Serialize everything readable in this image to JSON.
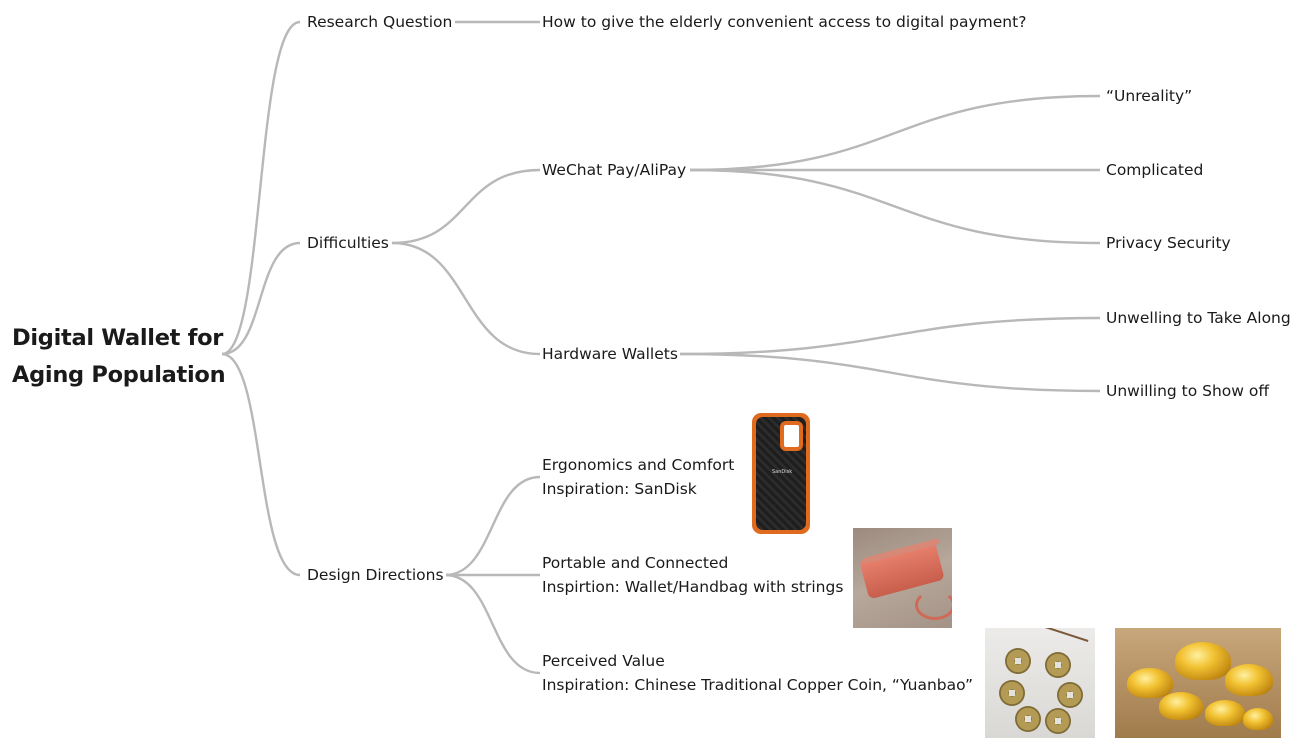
{
  "root": {
    "line1": "Digital Wallet for",
    "line2": "Aging Population"
  },
  "branches": {
    "research": {
      "label": "Research Question",
      "child": "How to give the elderly convenient access to digital payment?"
    },
    "difficulties": {
      "label": "Difficulties",
      "wechat": {
        "label": "WeChat Pay/AliPay",
        "items": [
          "“Unreality”",
          "Complicated",
          "Privacy Security"
        ]
      },
      "hardware": {
        "label": "Hardware Wallets",
        "items": [
          "Unwelling to Take Along",
          "Unwilling to Show off"
        ]
      }
    },
    "design": {
      "label": "Design Directions",
      "items": [
        {
          "line1": "Ergonomics and Comfort",
          "line2": "Inspiration: SanDisk"
        },
        {
          "line1": "Portable and Connected",
          "line2": "Inspirtion: Wallet/Handbag with strings"
        },
        {
          "line1": "Perceived Value",
          "line2": "Inspiration: Chinese Traditional Copper Coin, “Yuanbao”"
        }
      ]
    }
  },
  "images": {
    "sandisk_logo": "SanDisk"
  },
  "colors": {
    "connector": "#b8b8b8",
    "text": "#1a1a1a",
    "background": "#ffffff"
  }
}
